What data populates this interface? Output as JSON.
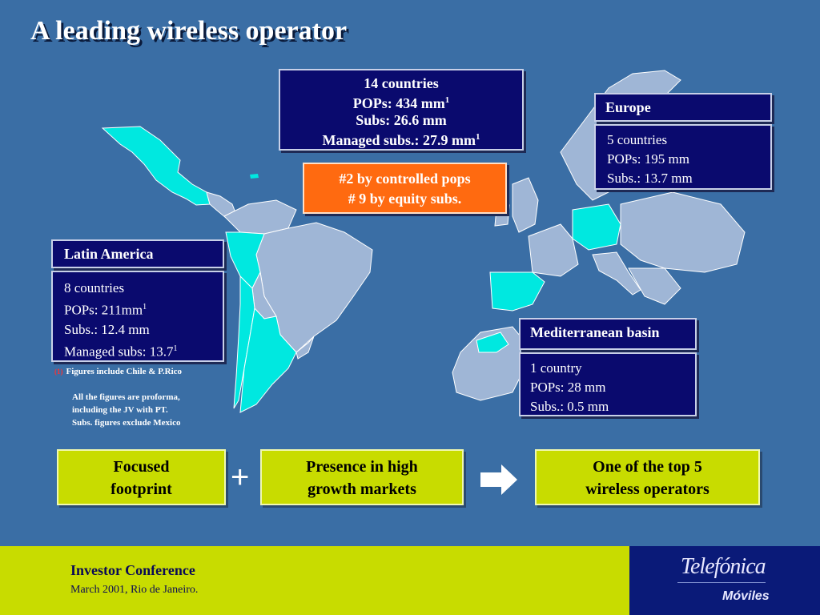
{
  "title": "A leading wireless operator",
  "global_box": {
    "line1": "14 countries",
    "line2": "POPs: 434 mm",
    "line2_sup": "1",
    "line3": "Subs: 26.6 mm",
    "line4": "Managed subs.: 27.9 mm",
    "line4_sup": "1"
  },
  "rank_box": {
    "line1": "#2 by controlled pops",
    "line2": "# 9 by equity subs."
  },
  "europe": {
    "header": "Europe",
    "line1": "5 countries",
    "line2": "POPs: 195 mm",
    "line3": "Subs.: 13.7 mm"
  },
  "latin_america": {
    "header": "Latin America",
    "line1": "8 countries",
    "line2": "POPs: 211mm",
    "line2_sup": "1",
    "line3": "Subs.: 12.4 mm",
    "line4": "Managed subs: 13.7",
    "line4_sup": "1"
  },
  "mediterranean": {
    "header": "Mediterranean basin",
    "line1": "1 country",
    "line2": "POPs: 28 mm",
    "line3": "Subs.: 0.5 mm"
  },
  "notes": {
    "marker": "(1)",
    "note1": "Figures include Chile & P.Rico",
    "note2": "All the figures are proforma,",
    "note3": "including the JV with PT.",
    "note4": "Subs. figures exclude Mexico"
  },
  "strategy": {
    "box1_line1": "Focused",
    "box1_line2": "footprint",
    "plus": "+",
    "box2_line1": "Presence in high",
    "box2_line2": "growth markets",
    "box3_line1": "One of the top 5",
    "box3_line2": "wireless operators"
  },
  "footer": {
    "conference": "Investor Conference",
    "date_place": "March 2001, Rio de Janeiro.",
    "brand": "Telefónica",
    "brand_sub": "Móviles"
  },
  "colors": {
    "background": "#3a6ea5",
    "navy": "#0a0a6e",
    "orange": "#ff6a10",
    "lime": "#c8dc00",
    "cyan_highlight": "#00e8e0",
    "land_grey": "#9fb6d6"
  }
}
